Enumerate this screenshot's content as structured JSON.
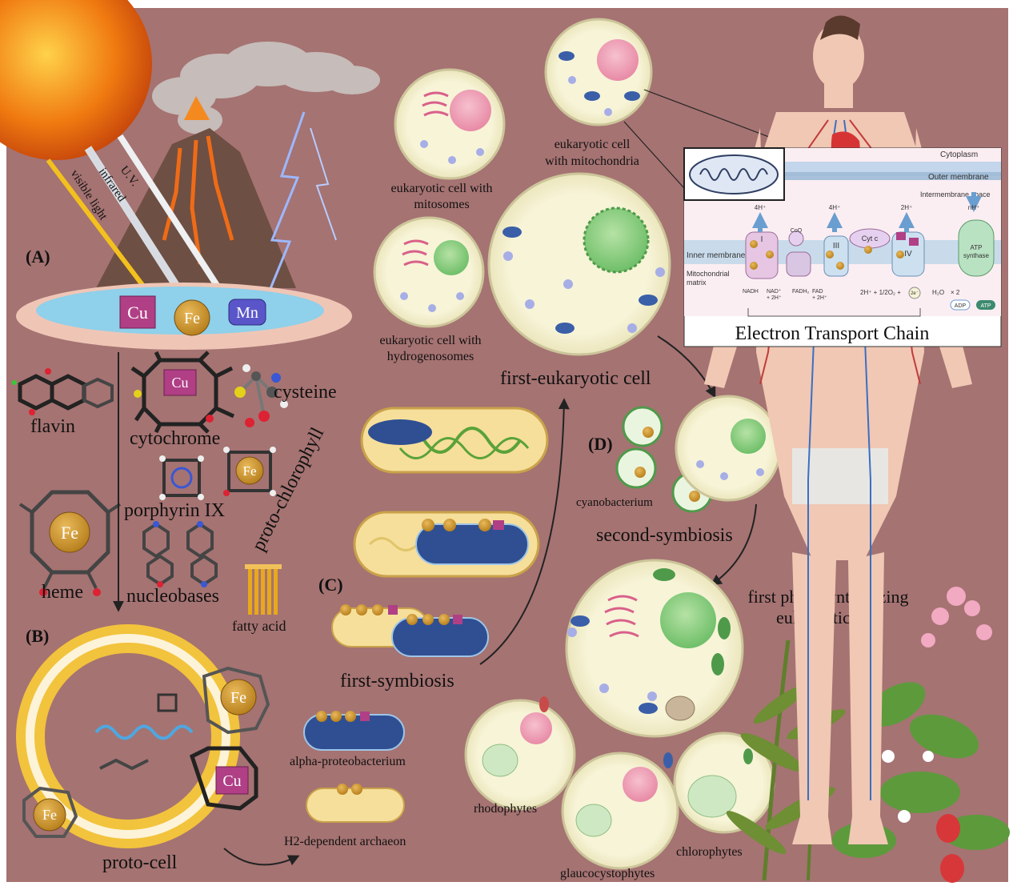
{
  "panels": {
    "a": "(A)",
    "b": "(B)",
    "c": "(C)",
    "d": "(D)"
  },
  "light": {
    "uv": "U.V.",
    "infrared": "infrared",
    "visible": "visible light"
  },
  "metals": {
    "cu": "Cu",
    "fe": "Fe",
    "mn": "Mn"
  },
  "molecules": {
    "flavin": "flavin",
    "cytochrome": "cytochrome",
    "cysteine": "cysteine",
    "porphyrin": "porphyrin IX",
    "protochlorophyll": "proto-chlorophyll",
    "heme": "heme",
    "nucleobases": "nucleobases",
    "fatty_acid": "fatty acid"
  },
  "protocell": "proto-cell",
  "prokaryotes": {
    "alpha": "alpha-proteobacterium",
    "archaeon": "H2-dependent archaeon",
    "first_symbiosis": "first-symbiosis"
  },
  "eukaryotes": {
    "mitosomes": "eukaryotic cell with\nmitosomes",
    "mitochondria": "eukaryotic cell\nwith mitochondria",
    "hydrogenosomes": "eukaryotic cell with\nhydrogenosomes",
    "first": "first-eukaryotic cell"
  },
  "second": {
    "cyanobacterium": "cyanobacterium",
    "symbiosis": "second-symbiosis",
    "photo": "first photosynthesizing\neukaryotic cell"
  },
  "algae": {
    "rhodophytes": "rhodophytes",
    "glaucocystophytes": "glaucocystophytes",
    "chlorophytes": "chlorophytes"
  },
  "etc": {
    "title": "Electron Transport Chain",
    "cytoplasm": "Cytoplasm",
    "outer": "Outer membrane",
    "intermembrane": "Intermembrane space",
    "inner": "Inner membrane",
    "matrix": "Mitochondrial\nmatrix",
    "h1": "4H⁺",
    "h2": "4H⁺",
    "h3": "2H⁺",
    "h4": "nH⁺",
    "coq": "CoQ",
    "cytc": "Cyt c",
    "atp_synthase": "ATP\nsynthase",
    "nadh": "NADH",
    "nad": "NAD⁺\n+ 2H⁺",
    "fadh": "FADH₂",
    "fad": "FAD\n+ 2H⁺",
    "o2eq": "2H⁺ + 1/2O₂ +",
    "water": "H₂O",
    "x2": "× 2",
    "two_e": "2e⁻",
    "c1": "I",
    "c3": "III",
    "c4": "IV",
    "adp": "ADP",
    "atp": "ATP"
  },
  "colors": {
    "background": "#a57372",
    "cell_fill": "#f6f3d6",
    "nucleus": "#f1a6b9",
    "green_nucleus": "#8fce84",
    "cu_box": "#b03f86",
    "fe_circle": "#d19a2c",
    "mn_box": "#5a56c9",
    "bacterium_blue": "#2f4f92",
    "archaeon_yellow": "#f6df9a"
  }
}
